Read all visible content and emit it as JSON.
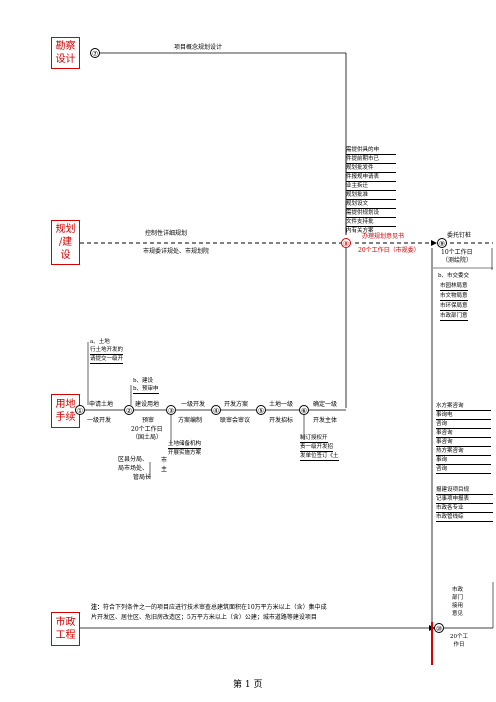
{
  "lanes": {
    "survey": "勘察\n设计",
    "planning": "规划\n/建\n设",
    "land": "用地\n手续",
    "municipal": "市政\n工程"
  },
  "nodes": [
    "①",
    "②",
    "③",
    "④",
    "⑤",
    "⑥",
    "⑦",
    "⑧",
    "⑨",
    "⑩"
  ],
  "survey_row": {
    "label": "项目概念规划设计"
  },
  "planning_row": {
    "label1": "控制性详细规划",
    "label2": "市规委详规处、市规划院",
    "center": "办理规划意见书",
    "center_days": "20个工作日（市规委）",
    "right_label": "委托钉桩",
    "right_days1": "10个工作日",
    "right_days2": "（测绘院）"
  },
  "materials_list": [
    "需提供具的申",
    "件提前期市已",
    "规划批发件",
    "件报规申请表",
    "业主拆迁",
    "规划批准",
    "规划设文",
    "需提供规划设",
    "文件支持批",
    "内有关方案",
    "件"
  ],
  "land_row": {
    "apply": "申请土地",
    "level1": "一级开发",
    "review": "建设用地",
    "prejudge": "预审",
    "days": "20个工作日",
    "bureau": "（国土局）",
    "plan_dev": "一级开发",
    "plan_compile": "方案编制",
    "review_plan": "开发方案",
    "review_org": "联审会审议",
    "tender": "土地一级",
    "tender2": "开发招标",
    "confirm": "确定一级",
    "confirm2": "开发主体"
  },
  "land_note_a": {
    "title": "a、土地",
    "lines": [
      "行土地开发的",
      "请提交一级开"
    ]
  },
  "land_note_b": {
    "title": "b、建设",
    "line": "b、预审申"
  },
  "land_note_c": [
    "土地储备机构",
    "开展实施方案"
  ],
  "land_note_d": [
    "区县分局、",
    "局市场处、",
    "管局长"
  ],
  "land_note_d2": [
    "市",
    "主"
  ],
  "land_note_e": [
    "制订授权开",
    "责一级开发招",
    "发单位签订《土"
  ],
  "right_notes_b": {
    "title": "b、市交委交",
    "lines": [
      "市园林局意",
      "市文物局意",
      "市环保局意",
      "市政部门意"
    ]
  },
  "right_consult": [
    "水方案咨询",
    "事询电",
    "咨询",
    "事咨询",
    "事咨询",
    "热方案咨询",
    "事询",
    "咨询"
  ],
  "right_consult2": [
    "报建设项目规",
    "记事项申报表",
    "市政各专业",
    "市政管线综"
  ],
  "municipal_note": [
    "市政",
    "部门",
    "接用",
    "意见"
  ],
  "municipal_days": [
    "20个工",
    "作日"
  ],
  "note": {
    "label": "注：",
    "line1": "符合下列条件之一的项目应进行技术审查总建筑面积在10万平方米以上（含）集中成",
    "line2": "片开发区、居住区、危旧房改造区；5万平方米以上（含）公建；城市道路等建设项目"
  },
  "footer": {
    "page": "第 1 页"
  }
}
